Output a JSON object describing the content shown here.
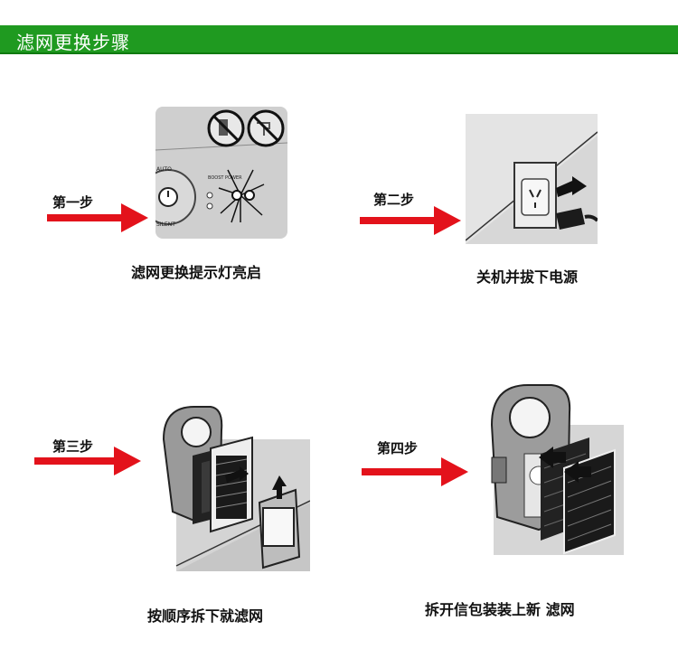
{
  "header": {
    "title": "滤网更换步骤",
    "bg_color": "#1f9a20"
  },
  "arrow_color": "#e3121b",
  "steps": [
    {
      "label": "第一步",
      "caption": "滤网更换提示灯亮启",
      "panel_text": {
        "top_label": "BOOST POWER",
        "auto": "AUTO",
        "silent": "SILENT"
      }
    },
    {
      "label": "第二步",
      "caption": "关机并拔下电源"
    },
    {
      "label": "第三步",
      "caption": "按顺序拆下就滤网"
    },
    {
      "label": "第四步",
      "caption": "拆开信包装装上新 滤网"
    }
  ]
}
